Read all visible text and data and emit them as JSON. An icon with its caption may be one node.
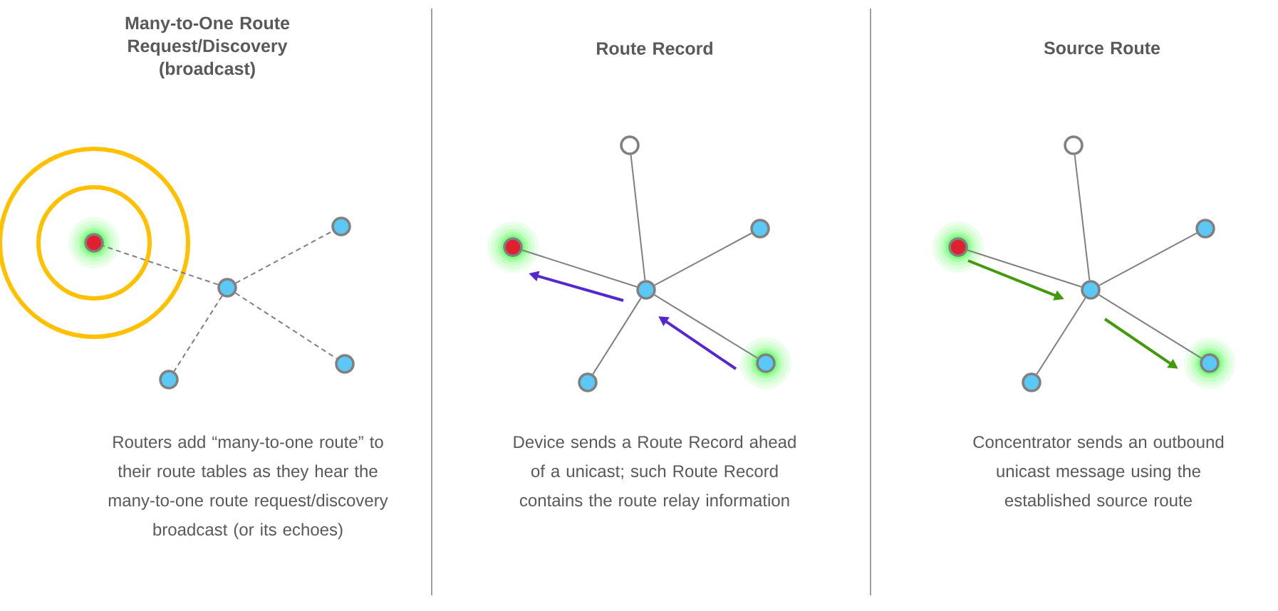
{
  "diagram": {
    "nodes": [
      {
        "text": [],
        "shape": "circle"
      },
      {
        "text": [],
        "shape": "circle"
      },
      {
        "text": [],
        "shape": "circle"
      },
      {
        "text": [],
        "shape": "circle"
      },
      {
        "text": [],
        "shape": "circle"
      },
      {
        "text": [],
        "shape": "circle"
      },
      {
        "text": [],
        "shape": "circle"
      },
      {
        "text": [],
        "shape": "circle"
      },
      {
        "text": [],
        "shape": "circle"
      },
      {
        "text": [],
        "shape": "circle"
      },
      {
        "text": [],
        "shape": "circle"
      },
      {
        "text": [],
        "shape": "circle"
      },
      {
        "text": [],
        "shape": "circle"
      },
      {
        "text": [],
        "shape": "circle"
      },
      {
        "text": [],
        "shape": "circle"
      },
      {
        "text": [],
        "shape": "circle"
      },
      {
        "text": [],
        "shape": "circle"
      }
    ],
    "edges": [
      {
        "from": 1,
        "to": 0,
        "arrow": "none",
        "style": "dashed"
      },
      {
        "from": 1,
        "to": 2,
        "arrow": "none",
        "style": "dashed"
      },
      {
        "from": 1,
        "to": 3,
        "arrow": "none",
        "style": "dashed"
      },
      {
        "from": 1,
        "to": 4,
        "arrow": "none",
        "style": "dashed"
      },
      {
        "from": 7,
        "to": 5,
        "arrow": "none"
      },
      {
        "from": 7,
        "to": 6,
        "arrow": "none"
      },
      {
        "from": 7,
        "to": 8,
        "arrow": "none"
      },
      {
        "from": 7,
        "to": 9,
        "arrow": "none"
      },
      {
        "from": 7,
        "to": 10,
        "arrow": "none"
      },
      {
        "from": 13,
        "to": 11,
        "arrow": "none"
      },
      {
        "from": 13,
        "to": 12,
        "arrow": "none"
      },
      {
        "from": 13,
        "to": 14,
        "arrow": "none"
      },
      {
        "from": 13,
        "to": 15,
        "arrow": "none"
      },
      {
        "from": 13,
        "to": 16,
        "arrow": "none"
      }
    ],
    "labels": [
      "Many-to-One Route Request/Discovery (broadcast)",
      "Route Record",
      "Source Route",
      "Routers add “many-to-one route” to their route tables as they hear the many-to-one route request/discovery broadcast (or its echoes)",
      "Device sends a Route Record ahead of a unicast; such Route Record contains the route relay information",
      "Concentrator sends an outbound unicast message using the established source route"
    ]
  }
}
